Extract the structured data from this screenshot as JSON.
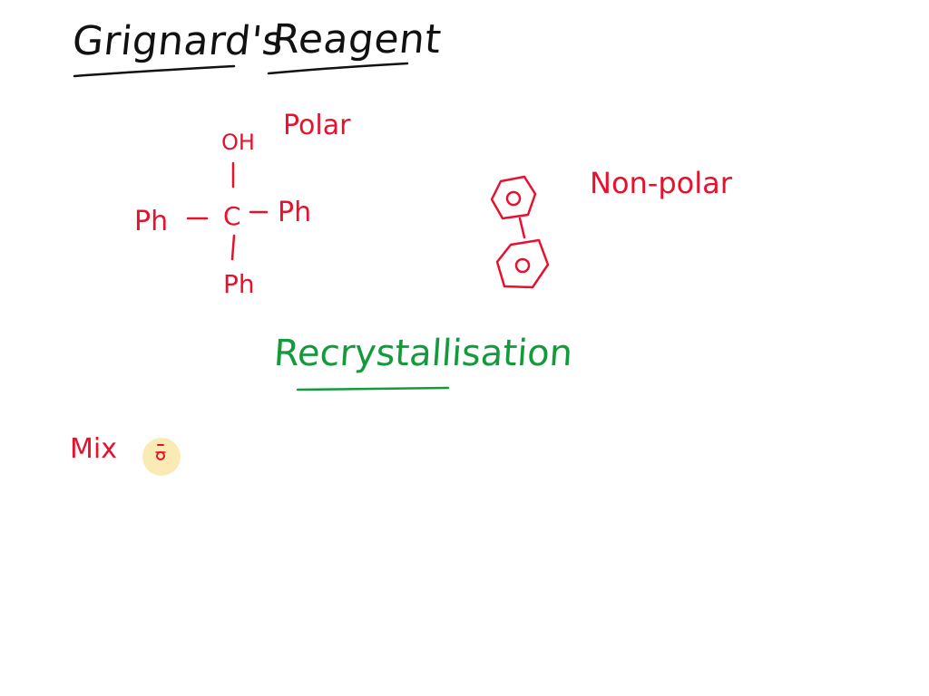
{
  "colors": {
    "black": "#111111",
    "red": "#e8112d",
    "green": "#149a3c",
    "highlight": "#f6da78"
  },
  "title": {
    "part1": "Grignard's",
    "part2": "Reagent"
  },
  "triphenylmethanol": {
    "top": "OH",
    "center": "C",
    "left": "Ph",
    "right": "Ph",
    "bottom": "Ph",
    "label": "Polar"
  },
  "biphenyl": {
    "label": "Non-polar"
  },
  "section": {
    "heading": "Recrystallisation"
  },
  "note": {
    "text": "Mix"
  },
  "cursor": {
    "icon": "pen-cursor-icon"
  }
}
